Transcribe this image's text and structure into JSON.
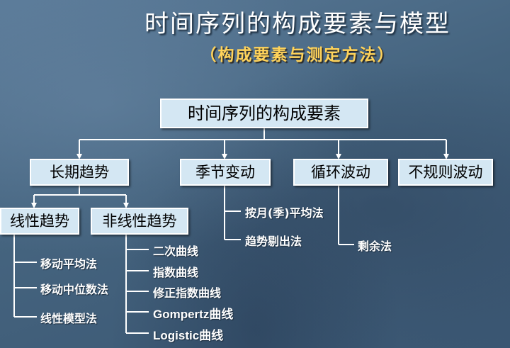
{
  "title": "时间序列的构成要素与模型",
  "subtitle": "（构成要素与测定方法）",
  "root": "时间序列的构成要素",
  "components": {
    "trend": "长期趋势",
    "seasonal": "季节变动",
    "cyclical": "循环波动",
    "irregular": "不规则波动"
  },
  "trend_types": {
    "linear": "线性趋势",
    "nonlinear": "非线性趋势"
  },
  "linear_methods": [
    "移动平均法",
    "移动中位数法",
    "线性模型法"
  ],
  "nonlinear_curves": [
    "二次曲线",
    "指数曲线",
    "修正指数曲线",
    "Gompertz曲线",
    "Logistic曲线"
  ],
  "seasonal_methods": [
    "按月(季)平均法",
    "趋势剔出法"
  ],
  "cyclical_methods": [
    "剩余法"
  ]
}
